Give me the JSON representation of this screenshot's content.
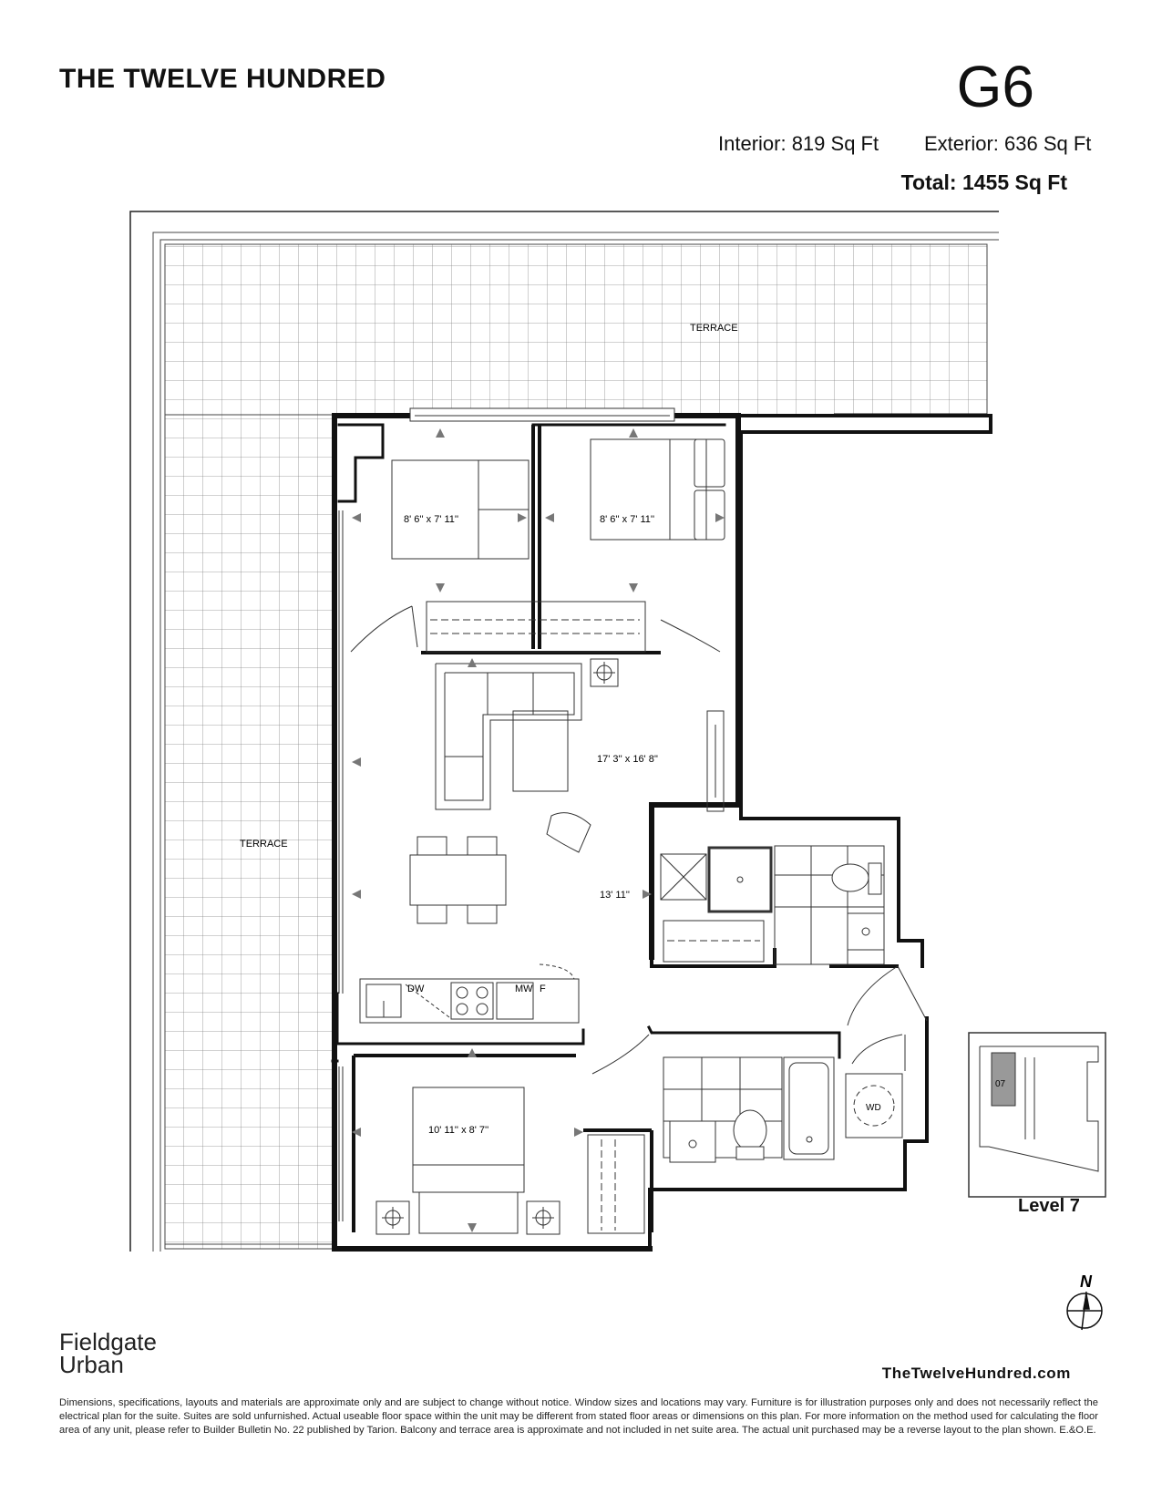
{
  "header": {
    "project_title": "THE TWELVE HUNDRED",
    "unit_code": "G6",
    "interior": "Interior: 819 Sq Ft",
    "exterior": "Exterior: 636 Sq Ft",
    "total": "Total: 1455 Sq Ft"
  },
  "plan": {
    "terrace_top_label": "TERRACE",
    "terrace_left_label": "TERRACE",
    "bedroom_1_dims": "8' 6'' x 7' 11''",
    "bedroom_2_dims": "8' 6'' x 7' 11''",
    "living_dims": "17' 3'' x 16' 8''",
    "dining_dims": "13' 11''",
    "bedroom_3_dims": "10' 11'' x 8' 7''",
    "dw_label": "DW",
    "mw_label": "MW",
    "f_label": "F",
    "wd_label": "WD"
  },
  "keyplan": {
    "unit_tag": "07",
    "level": "Level 7"
  },
  "compass": {
    "north_label": "N"
  },
  "footer": {
    "brand_line1": "Fieldgate",
    "brand_line2": "Urban",
    "website": "TheTwelveHundred.com",
    "disclaimer": "Dimensions, specifications, layouts and materials are approximate only and are subject to change without notice. Window sizes and locations may vary. Furniture is for illustration purposes only and does not necessarily reflect the electrical plan for the suite. Suites are sold unfurnished. Actual useable floor space within the unit may be different from stated floor areas or dimensions on this plan. For more information on the method used for calculating the floor area of any unit, please refer to Builder Bulletin No. 22 published by Tarion. Balcony and terrace area is approximate and not included in net suite area. The actual unit purchased may be a reverse layout to the plan shown. E.&O.E."
  }
}
